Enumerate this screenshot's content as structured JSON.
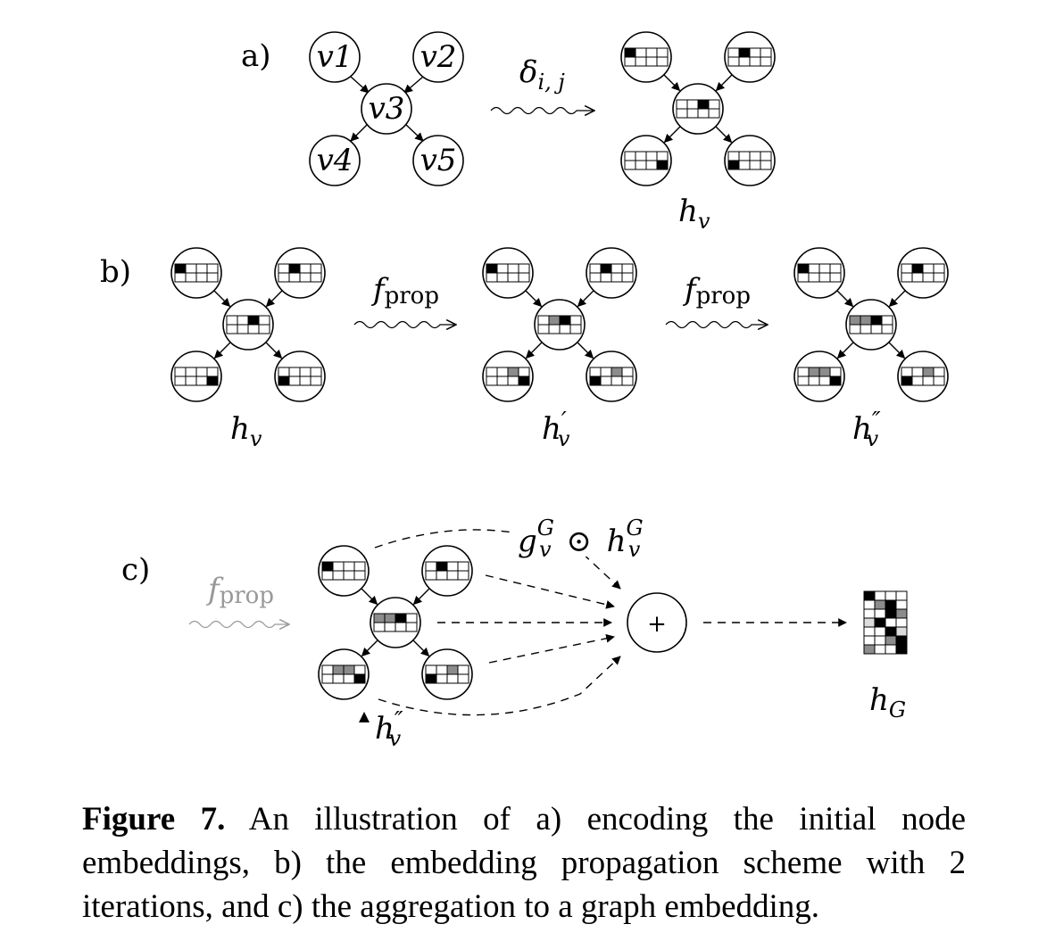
{
  "panels": {
    "a": "a)",
    "b": "b)",
    "c": "c)"
  },
  "graph_a_nodes": [
    "v1",
    "v2",
    "v3",
    "v4",
    "v5"
  ],
  "labels": {
    "delta": "δ",
    "delta_sub": "i, j",
    "fprop_f": "f",
    "fprop_sub": "prop",
    "h_main": "h",
    "h_sub": "v",
    "h_prime_1": "′",
    "h_prime_2": "″",
    "gate_g": "g",
    "gate_sup": "G",
    "gate_sub": "v",
    "odot": "⊙",
    "gate_h": "h",
    "sum_symbol": "+",
    "hG_main": "h",
    "hG_sub": "G"
  },
  "colors": {
    "black": "#000000",
    "grey": "#8c8c8c",
    "light_grey": "#dcdcdc",
    "white": "#ffffff",
    "faded_arrow": "#999999"
  },
  "caption": {
    "figure_label": "Figure 7.",
    "text": " An illustration of a) encoding the initial node embeddings, b) the embedding propagation scheme with 2 iterations, and c) the aggregation to a graph embedding."
  }
}
